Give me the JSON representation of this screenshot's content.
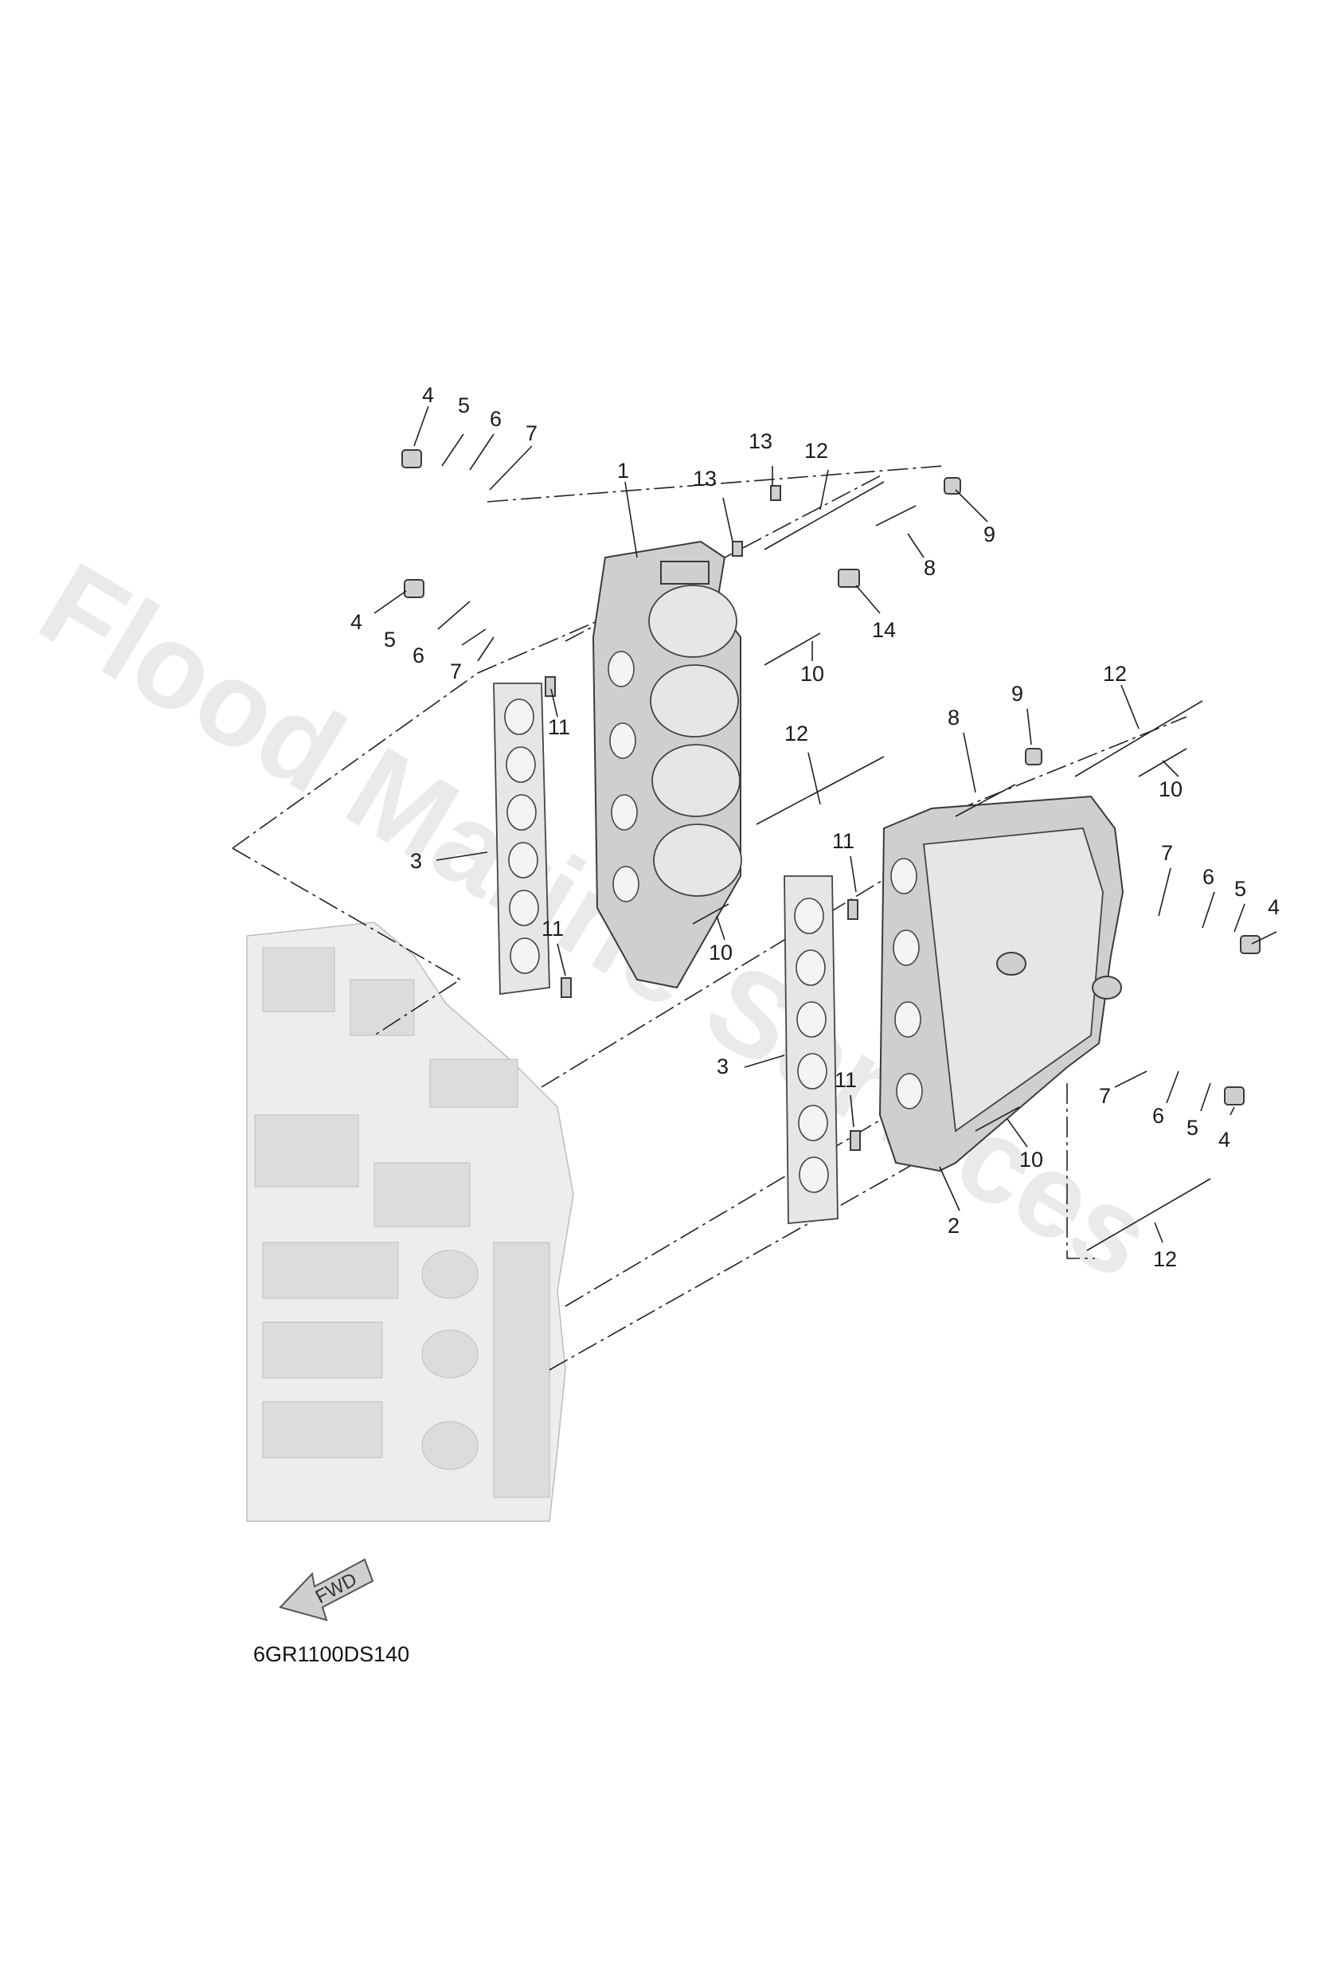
{
  "diagram_code": "6GR1100DS140",
  "fwd_label": "FWD",
  "watermark": "Flood Marine Services",
  "callouts": {
    "upper_4": "4",
    "upper_5": "5",
    "upper_6": "6",
    "upper_7": "7",
    "upper_13a": "13",
    "upper_13b": "13",
    "upper_12": "12",
    "upper_1": "1",
    "upper_9": "9",
    "upper_8": "8",
    "upper_14": "14",
    "mid_4": "4",
    "mid_5": "5",
    "mid_6": "6",
    "mid_7": "7",
    "upper_10": "10",
    "upper_11": "11",
    "left_3": "3",
    "left_11": "11",
    "mid_12": "12",
    "mid_10": "10",
    "r_8": "8",
    "r_9": "9",
    "r_12": "12",
    "r_10": "10",
    "r_11": "11",
    "r_7": "7",
    "r_6": "6",
    "r_5": "5",
    "r_4": "4",
    "r_3": "3",
    "r_11b": "11",
    "r_7b": "7",
    "r_6b": "6",
    "r_5b": "5",
    "r_4b": "4",
    "r_10b": "10",
    "r_2": "2",
    "r_12b": "12"
  }
}
